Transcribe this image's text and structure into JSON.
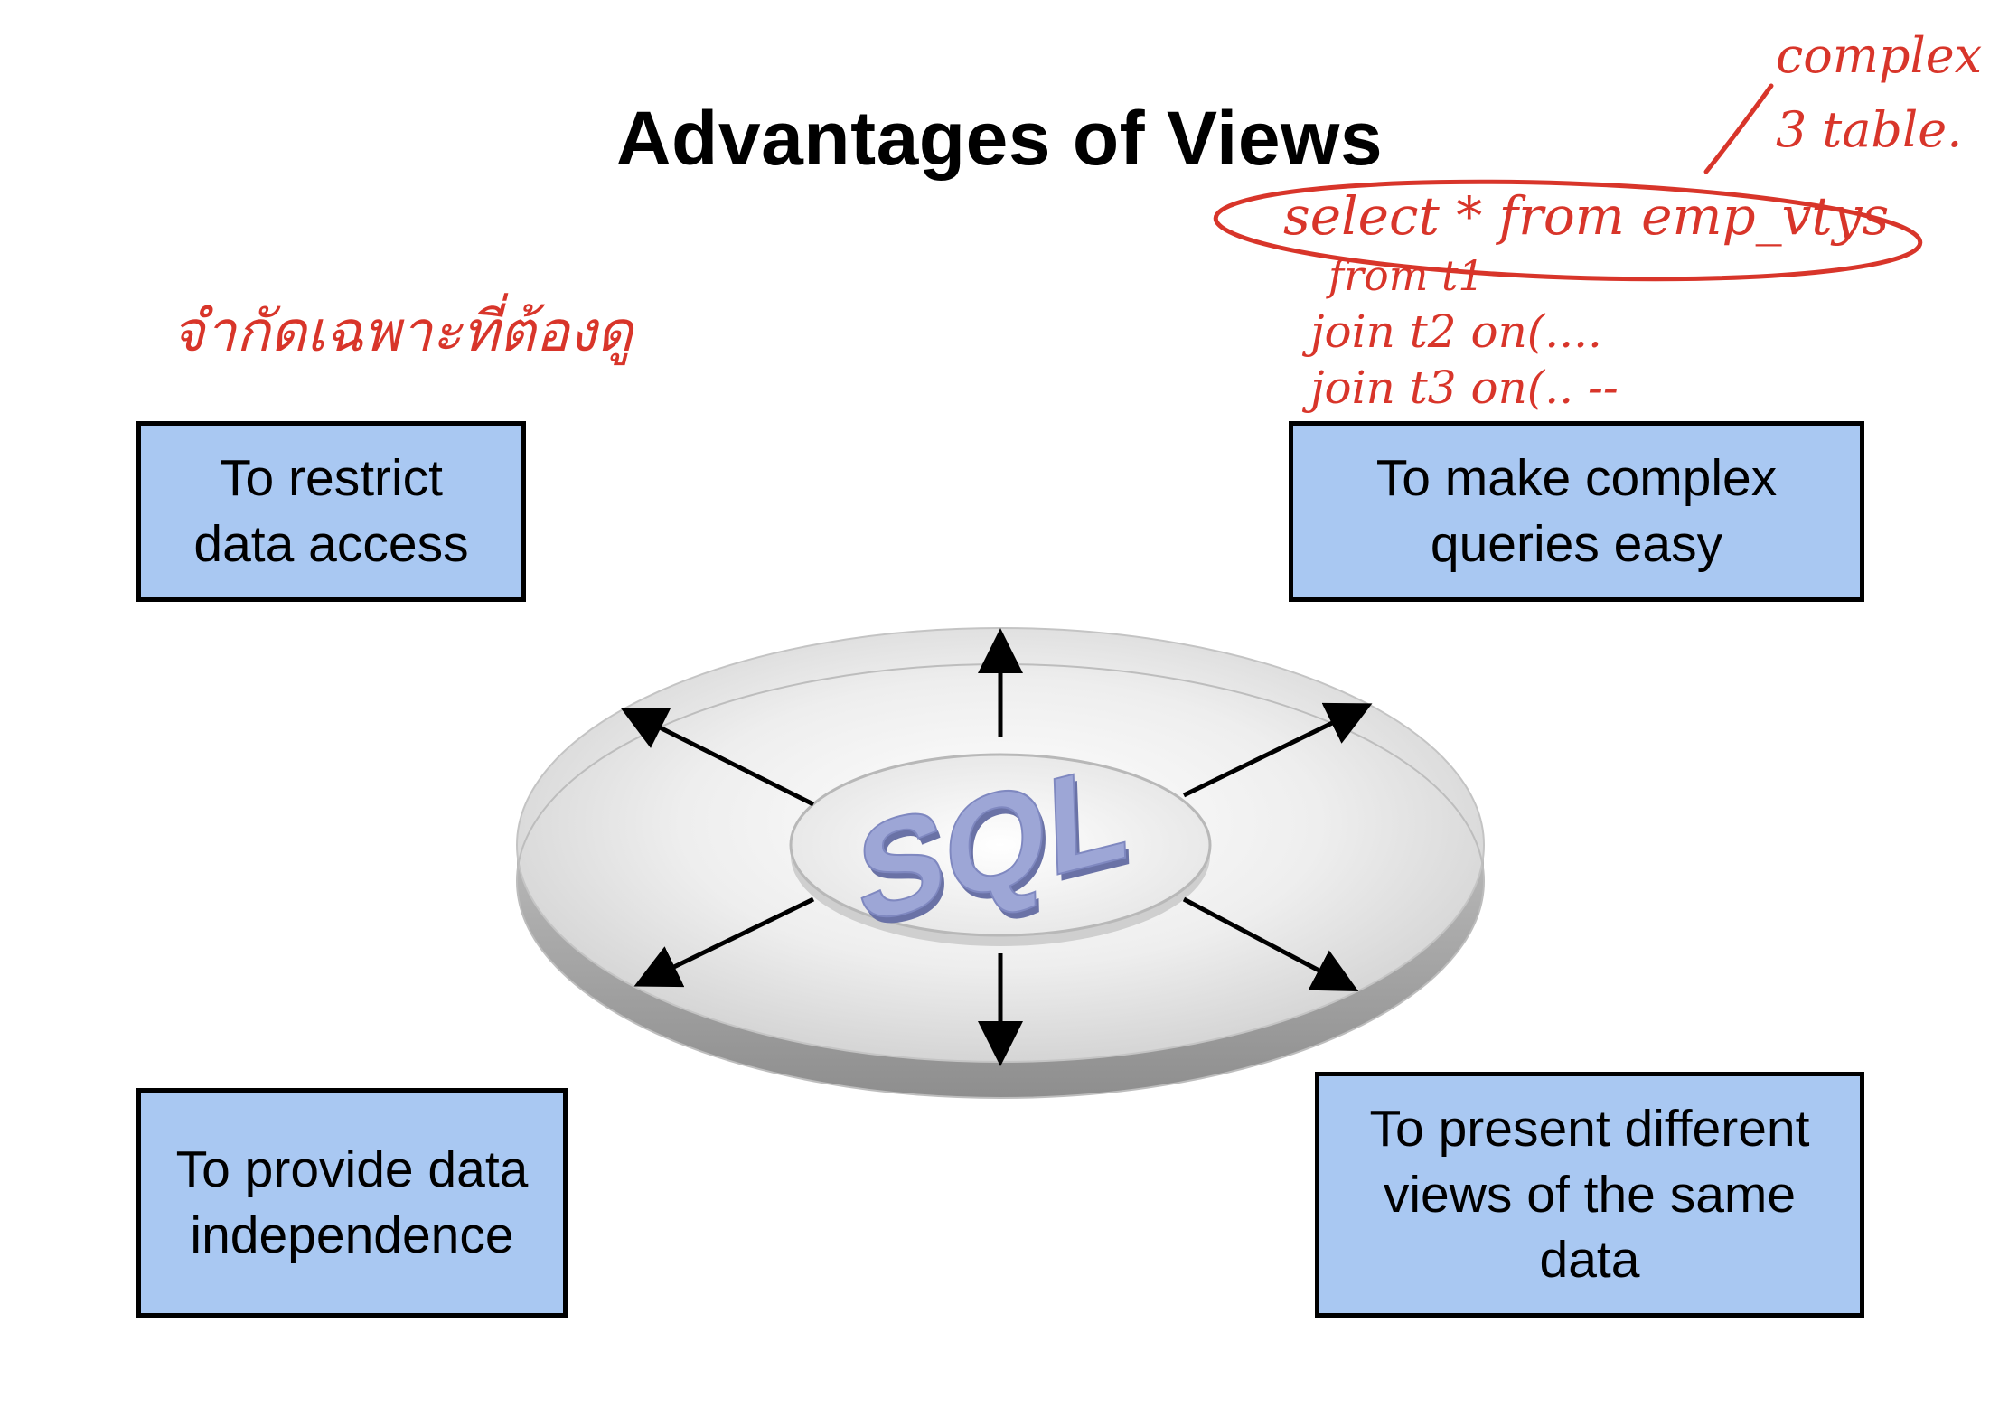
{
  "slide": {
    "title": "Advantages of Views"
  },
  "boxes": {
    "top_left": "To restrict\ndata access",
    "top_right": "To make complex\nqueries easy",
    "bottom_left": "To provide data\nindependence",
    "bottom_right": "To present different\nviews of the same\ndata"
  },
  "diagram": {
    "center_label": "SQL",
    "icons": [
      "arrow-icon"
    ]
  },
  "annotations": {
    "thai_note": "จำกัดเฉพาะที่ต้องดู",
    "complex_note_1": "complex",
    "complex_note_2": "3 table.",
    "query_line_1": "select * from emp_vtys",
    "query_line_2": "from t1",
    "query_line_3": "join t2 on(....",
    "query_line_4": "join t3 on(.. --"
  },
  "colors": {
    "box_fill": "#a9c8f2",
    "annotation_ink": "#d8352a",
    "sql_text": "#9da6d6"
  }
}
